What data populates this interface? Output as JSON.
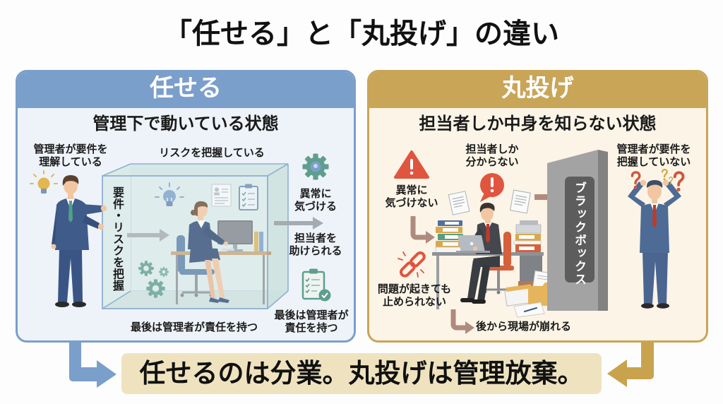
{
  "title": "「任せる」と「丸投げ」の違い",
  "colors": {
    "delegate_blue": "#7b9fcb",
    "delegate_body": "#eef3f9",
    "dump_gold": "#c9a558",
    "dump_body": "#fbf4e7",
    "banner": "#efe3bf",
    "alert_red": "#e0553e",
    "gear_teal": "#5f9e8c",
    "arrow_gold": "#c9a24e",
    "arrow_mauve": "#b08a7e"
  },
  "left_panel": {
    "header": "任せる",
    "subtitle": "管理下で動いている状態",
    "manager_note": [
      "管理者が要件を",
      "理解している"
    ],
    "risk_note": "リスクを把握している",
    "handover_note": "要件・リスクを把握",
    "anomaly_note": [
      "異常に",
      "気づける"
    ],
    "support_note": [
      "担当者を",
      "助けられる"
    ],
    "accountability_note": [
      "最後は管理者が",
      "責任を持つ"
    ],
    "bottom_note": "最後は管理者が責任を持つ",
    "icons": [
      "lightbulb-icon",
      "glass-box",
      "document-icon",
      "clipboard-icon",
      "gear-icon",
      "arrow-right-icon",
      "clipboard-check-icon"
    ]
  },
  "right_panel": {
    "header": "丸投げ",
    "subtitle": "担当者しか中身を知らない状態",
    "assignee_only_note": [
      "担当者しか",
      "分からない"
    ],
    "manager_unaware_note": [
      "管理者が要件を",
      "把握していない"
    ],
    "anomaly_note": [
      "異常に",
      "気づけない"
    ],
    "unstoppable_note": [
      "問題が起きても",
      "止められない"
    ],
    "collapse_note": "後から現場が崩れる",
    "black_box_label": "ブラックボックス",
    "icons": [
      "warning-triangle-icon",
      "alert-bubble-icon",
      "document-icon",
      "binder-stack",
      "broken-chain-icon",
      "folder-icon",
      "question-mark-icon",
      "arrow-right-icon"
    ]
  },
  "conclusion": "任せるのは分業。丸投げは管理放棄。"
}
